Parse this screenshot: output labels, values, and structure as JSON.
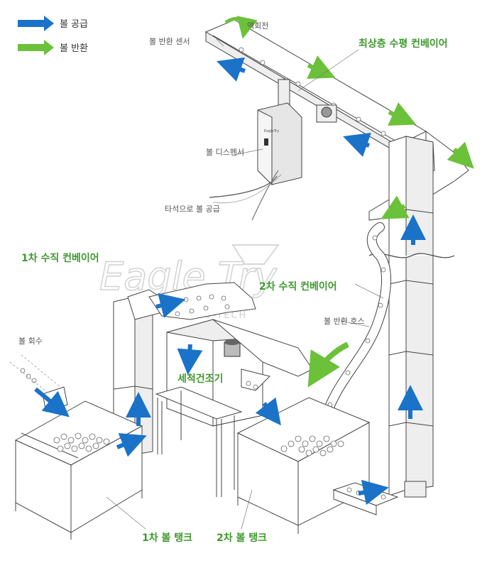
{
  "legend": {
    "supply": {
      "label": "볼 공급",
      "color": "#1a73c8"
    },
    "return": {
      "label": "볼 반환",
      "color": "#6cc13a"
    }
  },
  "labels": {
    "reverse": "역회전",
    "return_sensor": "볼 반환 센서",
    "top_conveyor": "최상층 수평 컨베이어",
    "dispenser": "볼 디스펜서",
    "to_tee": "타석으로 볼 공급",
    "vconv1": "1차 수직 컨베이어",
    "vconv2": "2차 수직 컨베이어",
    "return_hose": "볼 반환 호스",
    "collect": "볼 회수",
    "washer": "세척건조기",
    "tank1": "1차 볼 탱크",
    "tank2": "2차 볼 탱크"
  },
  "watermark": {
    "brand": "Eagle Try",
    "sub": "HOMO-TECH"
  },
  "dispenser_badge": "EagleTry"
}
